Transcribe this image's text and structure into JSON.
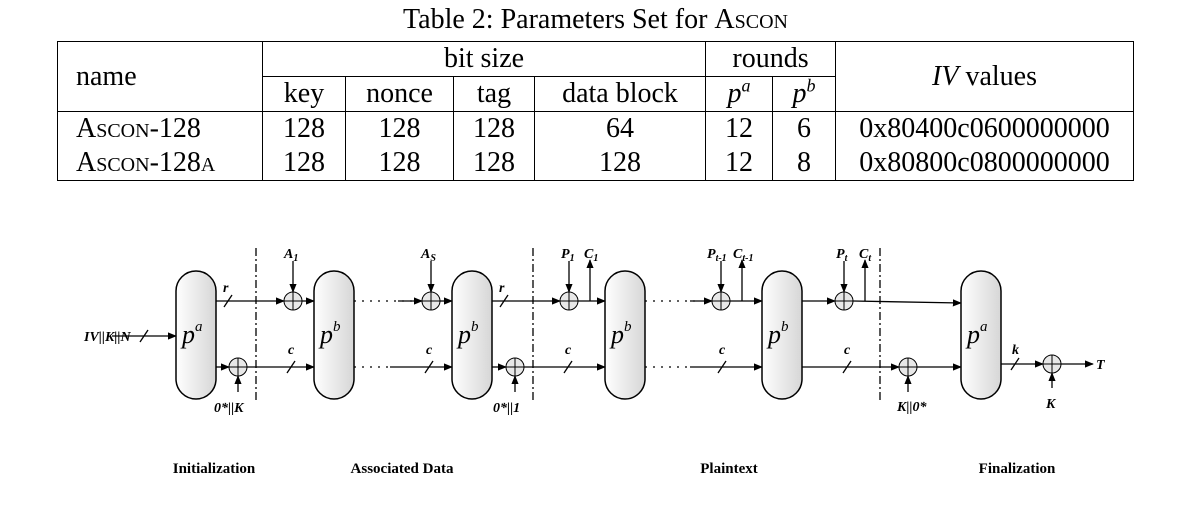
{
  "caption": {
    "prefix": "Table 2: Parameters Set for ",
    "name": "Ascon"
  },
  "table": {
    "head": {
      "name": "name",
      "bit_size": "bit size",
      "rounds": "rounds",
      "iv_values": "IV values",
      "key": "key",
      "nonce": "nonce",
      "tag": "tag",
      "data_block": "data block",
      "pa_base": "p",
      "pa_sup": "a",
      "pb_base": "p",
      "pb_sup": "b"
    },
    "rows": [
      {
        "name": "Ascon-128",
        "key": "128",
        "nonce": "128",
        "tag": "128",
        "data_block": "64",
        "pa": "12",
        "pb": "6",
        "iv": "0x80400c0600000000"
      },
      {
        "name": "Ascon-128a",
        "key": "128",
        "nonce": "128",
        "tag": "128",
        "data_block": "128",
        "pa": "12",
        "pb": "8",
        "iv": "0x80800c0800000000"
      }
    ]
  },
  "diagram": {
    "perm_pa": "p",
    "sup_a": "a",
    "sup_b": "b",
    "input_label": "IV||K||N",
    "zero_k": "0*||K",
    "zero_one": "0*||1",
    "k_zero": "K||0*",
    "a1": "A",
    "a1_sub": "1",
    "as": "A",
    "as_sub": "S",
    "p1": "P",
    "p1_sub": "1",
    "c1": "C",
    "c1_sub": "1",
    "pt1": "P",
    "pt1_sub": "t-1",
    "ct1": "C",
    "ct1_sub": "t-1",
    "pt": "P",
    "pt_sub": "t",
    "ct": "C",
    "ct_sub": "t",
    "r": "r",
    "c": "c",
    "k": "k",
    "T": "T",
    "K": "K",
    "phases": [
      "Initialization",
      "Associated Data",
      "Plaintext",
      "Finalization"
    ]
  }
}
